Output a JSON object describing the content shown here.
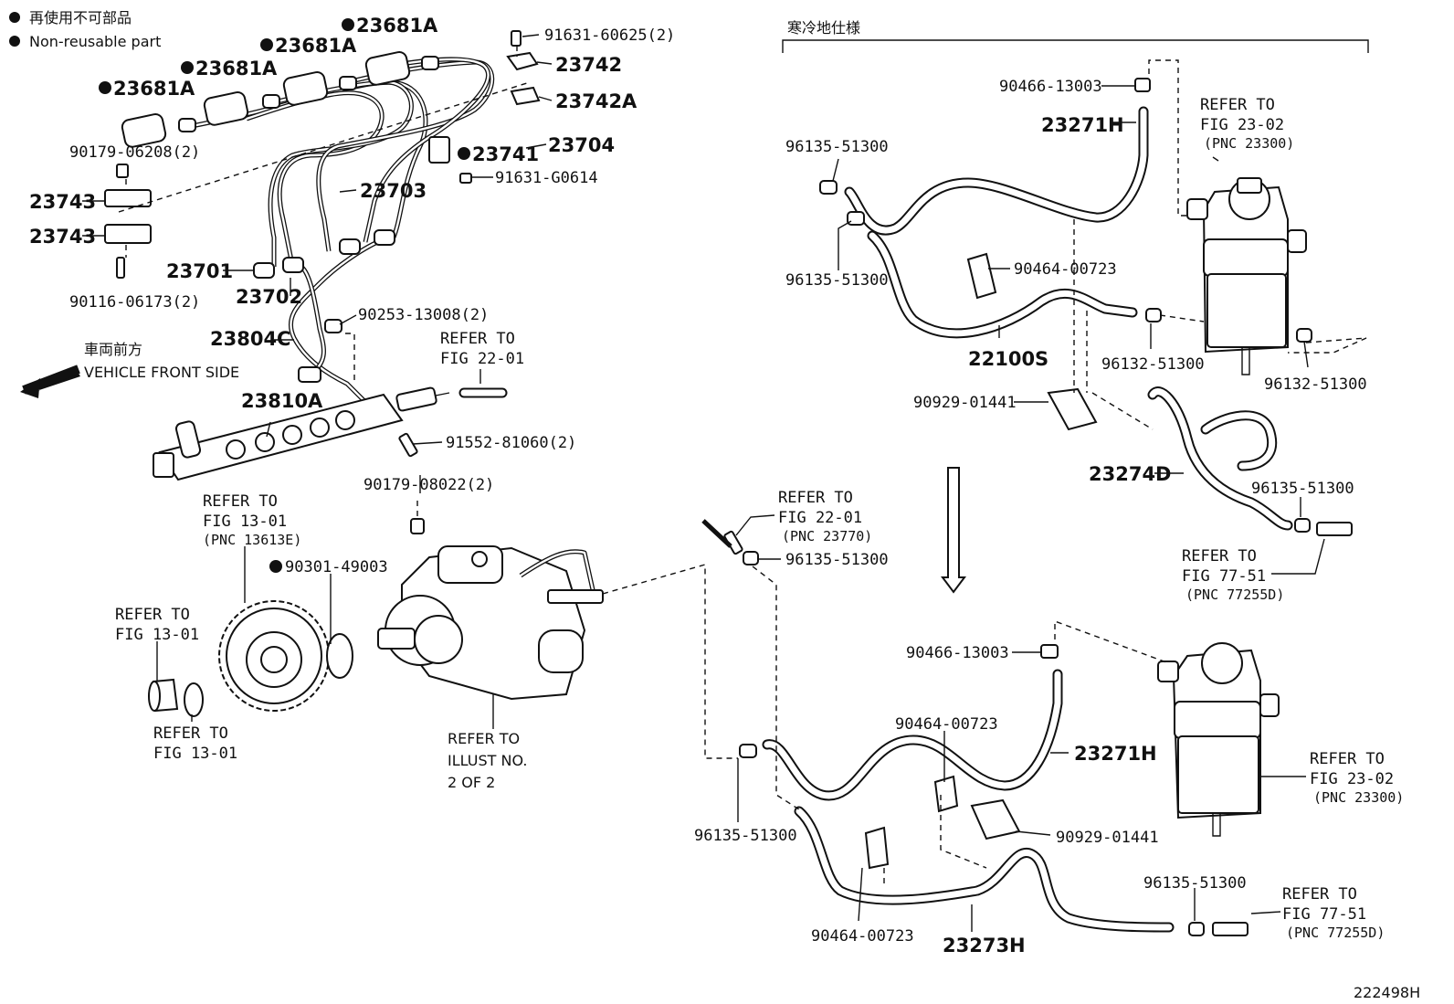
{
  "legend": {
    "jp": "再使用不可部品",
    "en": "Non-reusable part"
  },
  "cold_spec_label": "寒冷地仕様",
  "front": {
    "jp": "車両前方",
    "en": "VEHICLE FRONT SIDE"
  },
  "figure_id": "222498H",
  "labels": {
    "p23681a_1": "23681A",
    "p23681a_2": "23681A",
    "p23681a_3": "23681A",
    "p23681a_4": "23681A",
    "p91631_60625": "91631-60625(2)",
    "p23742": "23742",
    "p23742a": "23742A",
    "p90179_06208": "90179-06208(2)",
    "p23741": "23741",
    "p23704": "23704",
    "p91631_g0614": "91631-G0614",
    "p23743_1": "23743",
    "p23743_2": "23743",
    "p23703": "23703",
    "p23701": "23701",
    "p23702": "23702",
    "p90116": "90116-06173(2)",
    "p90253": "90253-13008(2)",
    "p23804c": "23804C",
    "p23810a": "23810A",
    "p91552": "91552-81060(2)",
    "p90179_08022": "90179-08022(2)",
    "p90301": "90301-49003",
    "p96135_a": "96135-51300",
    "p96135_b": "96135-51300",
    "p96135_c": "96135-51300",
    "p96135_d": "96135-51300",
    "p96135_e": "96135-51300",
    "p96135_f": "96135-51300",
    "p90466_a": "90466-13003",
    "p90466_b": "90466-13003",
    "p23271h_a": "23271H",
    "p23271h_b": "23271H",
    "p90464_a": "90464-00723",
    "p90464_b": "90464-00723",
    "p90464_c": "90464-00723",
    "p22100s": "22100S",
    "p96132_a": "96132-51300",
    "p96132_b": "96132-51300",
    "p90929_a": "90929-01441",
    "p90929_b": "90929-01441",
    "p23274d": "23274D",
    "p23273h": "23273H"
  },
  "refs": {
    "r_fig2201_a": [
      "REFER TO",
      "FIG 22-01"
    ],
    "r_fig1301_gear": [
      "REFER TO",
      "FIG 13-01",
      "(PNC 13613E)"
    ],
    "r_fig1301_b": [
      "REFER TO",
      "FIG 13-01"
    ],
    "r_fig1301_c": [
      "REFER TO",
      "FIG 13-01"
    ],
    "r_illust": [
      "REFER TO",
      "ILLUST NO.",
      "2 OF 2"
    ],
    "r_fig2201_b": [
      "REFER TO",
      "FIG 22-01",
      "(PNC 23770)"
    ],
    "r_fig2302_a": [
      "REFER TO",
      "FIG 23-02",
      "(PNC 23300)"
    ],
    "r_fig7751_a": [
      "REFER TO",
      "FIG 77-51",
      "(PNC 77255D)"
    ],
    "r_fig2302_b": [
      "REFER TO",
      "FIG 23-02",
      "(PNC 23300)"
    ],
    "r_fig7751_b": [
      "REFER TO",
      "FIG 77-51",
      "(PNC 77255D)"
    ]
  }
}
